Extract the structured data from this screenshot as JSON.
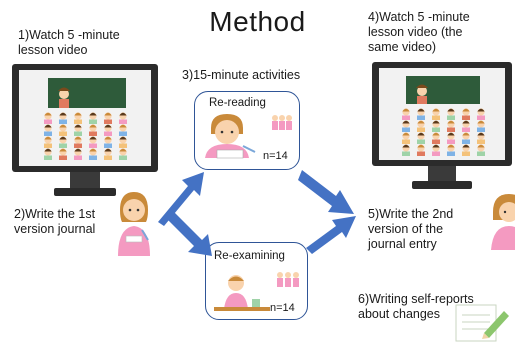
{
  "title": "Method",
  "steps": {
    "s1": [
      "1)Watch 5 -minute",
      "lesson video"
    ],
    "s2": [
      "2)Write the 1st",
      "version journal"
    ],
    "s3": "3)15-minute activities",
    "s4": [
      "4)Watch 5 -minute",
      "lesson video (the",
      "same video)"
    ],
    "s5": [
      "5)Write the 2nd",
      "version of the",
      "journal entry"
    ],
    "s6": [
      "6)Writing self-reports",
      "about changes"
    ]
  },
  "activities": [
    {
      "label": "Re-reading",
      "n": "n=14"
    },
    {
      "label": "Re-examining",
      "n": "n=14"
    }
  ],
  "colors": {
    "arrow": "#4472c4",
    "box_border": "#2f5597",
    "monitor": "#2b2b2b",
    "screen_bg": "#f2f2f2",
    "blackboard": "#2e5b3a",
    "student_shirt": "#f49ac1",
    "skin": "#f9d3ad",
    "hair": "#c98a3a"
  },
  "icons": [
    "classroom-monitor-icon",
    "writing-student-icon",
    "notepad-pencil-icon"
  ]
}
